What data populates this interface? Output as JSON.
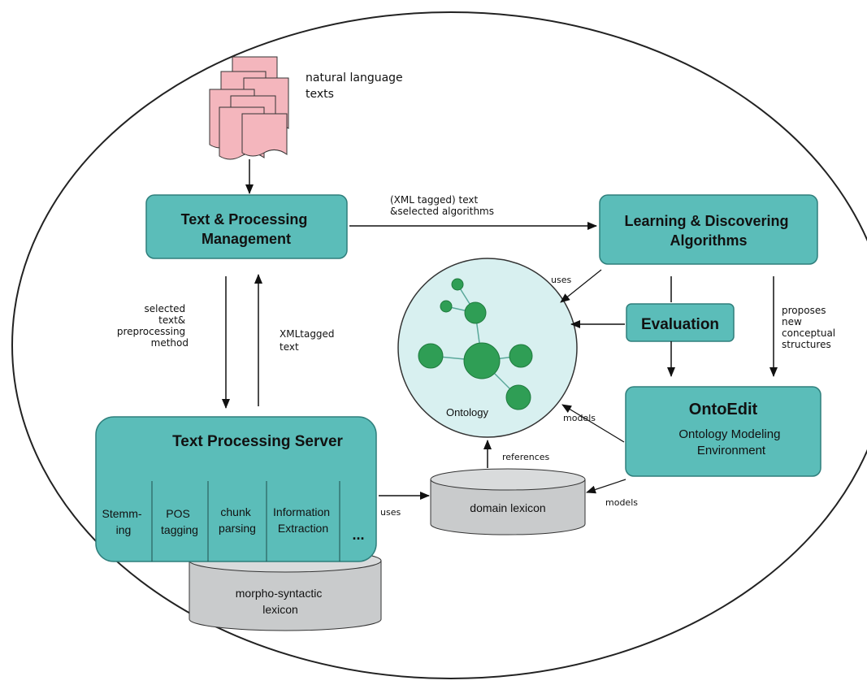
{
  "colors": {
    "box_fill": "#5bbdb9",
    "box_stroke": "#2f7f7c",
    "ontology_fill": "#d8f0f0",
    "node_fill": "#2f9e55",
    "cylinder_fill": "#c9cbcc",
    "document_fill": "#f4b6bd"
  },
  "labels": {
    "natural_language_texts": [
      "natural language",
      "texts"
    ],
    "xml_tagged_text_top": [
      "(XML tagged) text",
      "&selected algorithms"
    ],
    "selected_text_method": [
      "selected",
      "text&",
      "preprocessing",
      "method"
    ],
    "xml_tagged_text_side": [
      "XMLtagged",
      "text"
    ],
    "uses_top": "uses",
    "proposes": [
      "proposes",
      "new",
      "conceptual",
      "structures"
    ],
    "models_left": "models",
    "models_right": "models",
    "references": "references",
    "uses_bottom": "uses"
  },
  "boxes": {
    "text_processing_management": [
      "Text & Processing",
      "Management"
    ],
    "learning_discovering": [
      "Learning & Discovering",
      "Algorithms"
    ],
    "evaluation": "Evaluation",
    "ontoedit_title": "OntoEdit",
    "ontoedit_sub": [
      "Ontology Modeling",
      "Environment"
    ],
    "text_processing_server": "Text Processing Server"
  },
  "server_columns": [
    [
      "Stemm-",
      "ing"
    ],
    [
      "POS",
      "tagging"
    ],
    [
      "chunk",
      "parsing"
    ],
    [
      "Information",
      "Extraction"
    ],
    [
      "..."
    ]
  ],
  "ontology_label": "Ontology",
  "domain_lexicon": "domain lexicon",
  "morpho_lexicon": [
    "morpho-syntactic",
    "lexicon"
  ]
}
